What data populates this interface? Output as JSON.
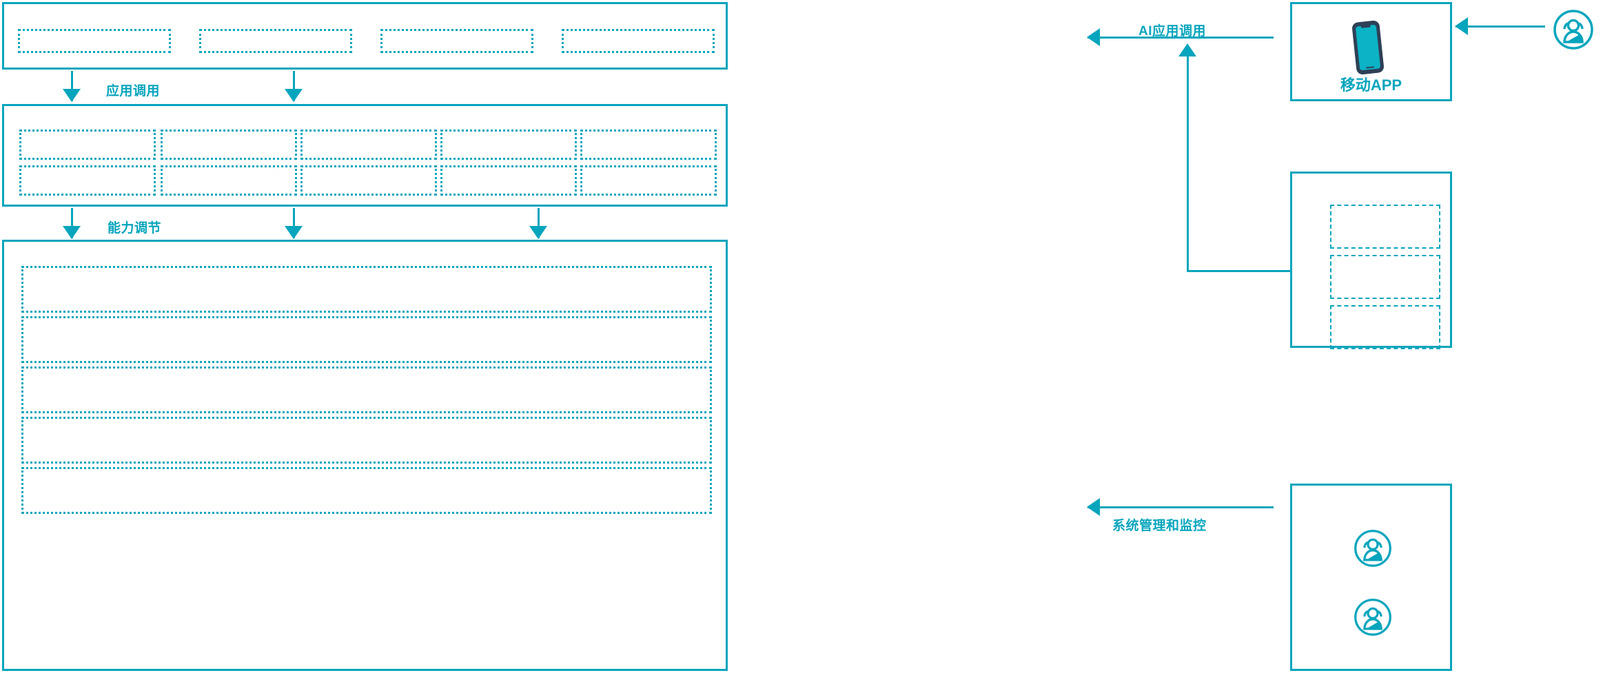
{
  "diagram": {
    "accent_color": "#06a5bd",
    "phone_frame_color": "#2e4057",
    "background": "#ffffff"
  },
  "layers": {
    "application_layer": {
      "name": "application-layer-panel",
      "slots": [
        {
          "name": "app-slot-1",
          "label": ""
        },
        {
          "name": "app-slot-2",
          "label": ""
        },
        {
          "name": "app-slot-3",
          "label": ""
        },
        {
          "name": "app-slot-4",
          "label": ""
        }
      ]
    },
    "capability_layer": {
      "name": "capability-layer-panel",
      "columns": [
        {
          "name": "capability-col-1",
          "cells": [
            "",
            ""
          ]
        },
        {
          "name": "capability-col-2",
          "cells": [
            "",
            ""
          ]
        },
        {
          "name": "capability-col-3",
          "cells": [
            "",
            ""
          ]
        },
        {
          "name": "capability-col-4",
          "cells": [
            "",
            ""
          ]
        },
        {
          "name": "capability-col-5",
          "cells": [
            "",
            ""
          ]
        }
      ]
    },
    "platform_layer": {
      "name": "platform-layer-panel",
      "rows": [
        {
          "name": "platform-row-1",
          "label": ""
        },
        {
          "name": "platform-row-2",
          "label": ""
        },
        {
          "name": "platform-row-3",
          "label": ""
        },
        {
          "name": "platform-row-4",
          "label": ""
        },
        {
          "name": "platform-row-5",
          "label": ""
        }
      ]
    }
  },
  "flows": [
    {
      "name": "flow-ai-app-invoke",
      "label": "AI应用调用"
    },
    {
      "name": "flow-app-invoke",
      "label": "应用调用"
    },
    {
      "name": "flow-capability-adjust",
      "label": "能力调节"
    },
    {
      "name": "flow-system-admin-monitor",
      "label": "系统管理和监控"
    }
  ],
  "right_panels": {
    "mobile_app": {
      "name": "mobile-app-panel",
      "caption": "移动APP",
      "icon": "mobile-phone-icon"
    },
    "channel_panel": {
      "name": "channel-panel",
      "caption": "",
      "slots": [
        {
          "name": "channel-slot-1",
          "label": ""
        },
        {
          "name": "channel-slot-2",
          "label": ""
        },
        {
          "name": "channel-slot-3",
          "label": ""
        }
      ]
    },
    "operations_panel": {
      "name": "operations-panel",
      "caption": "",
      "icons": [
        {
          "name": "user-group-icon-1"
        },
        {
          "name": "user-group-icon-2"
        }
      ]
    }
  },
  "actors": {
    "end_user": {
      "name": "end-user-icon",
      "label": ""
    }
  }
}
